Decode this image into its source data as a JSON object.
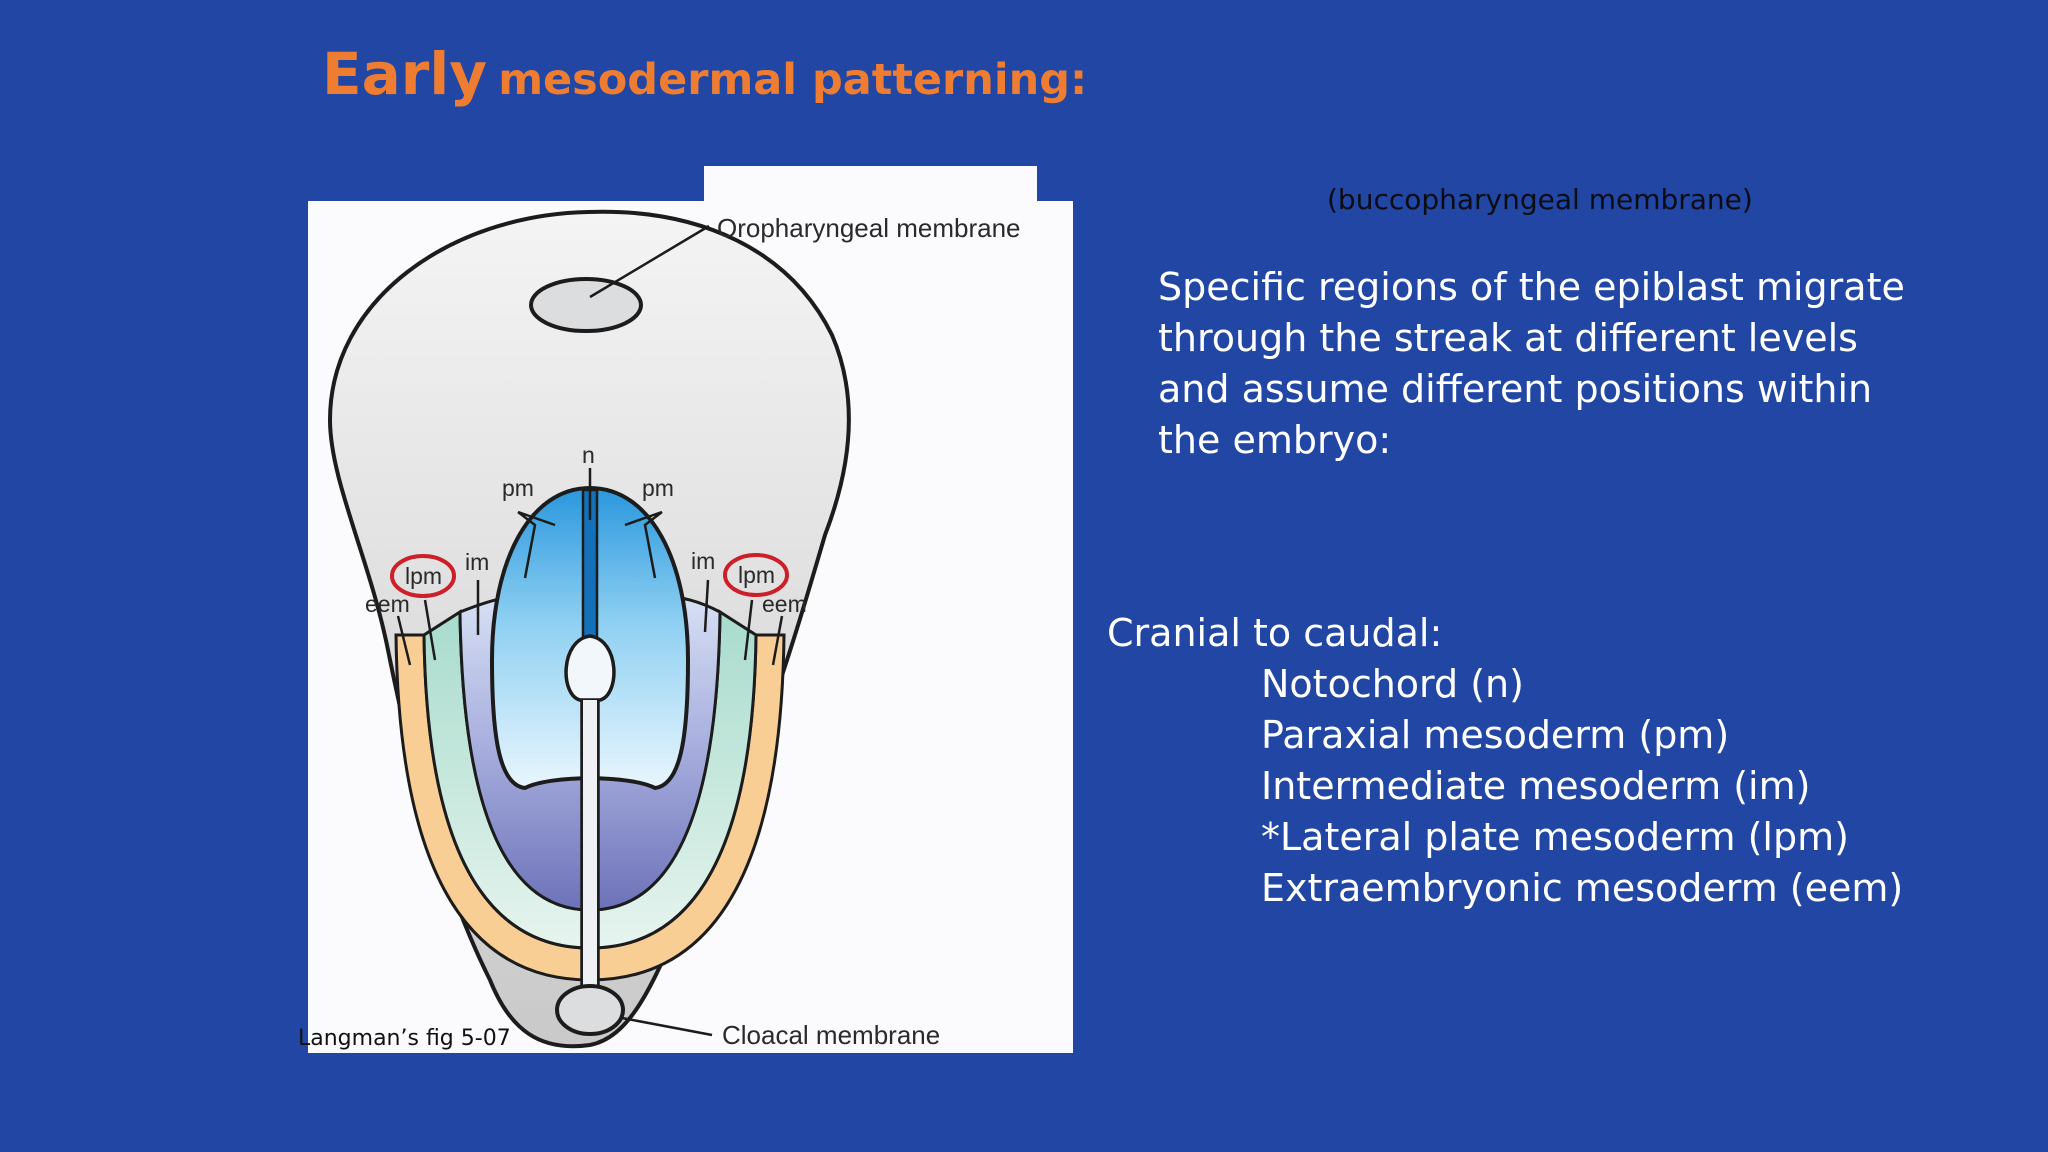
{
  "slide": {
    "title_big": "Early",
    "title_rest": "mesodermal patterning:",
    "side_note": "(buccopharyngeal membrane)",
    "description": "Specific regions of the epiblast migrate through the streak at different levels and assume different positions within the embryo:",
    "list_heading": "Cranial to caudal:",
    "list_items": [
      "Notochord (n)",
      "Paraxial mesoderm (pm)",
      "Intermediate mesoderm (im)",
      "*Lateral plate mesoderm (lpm)",
      "Extraembryonic mesoderm (eem)"
    ],
    "caption": "Langman’s fig 5-07",
    "colors": {
      "background": "#2146a3",
      "title": "#ee7d31",
      "highlight_ring": "#cc1f2a"
    }
  },
  "figure": {
    "labels": {
      "oropharyngeal": "Oropharyngeal membrane",
      "cloacal": "Cloacal membrane",
      "n": "n",
      "pm": "pm",
      "im": "im",
      "lpm": "lpm",
      "eem": "eem"
    }
  }
}
